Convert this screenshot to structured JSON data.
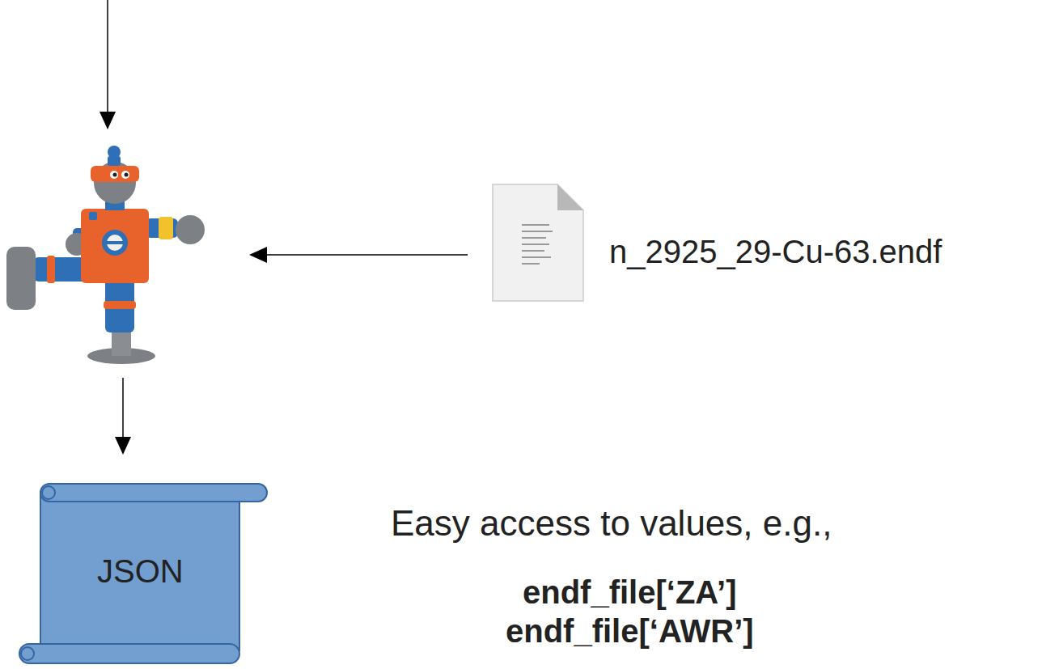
{
  "diagram": {
    "nodes": [
      {
        "text": [
          "n_2925_29-Cu-63.endf"
        ]
      },
      {
        "text": [
          "JSON"
        ]
      }
    ],
    "labels": [
      "Easy access to values, e.g.,",
      "endf_file[‘ZA’]",
      "endf_file[‘AWR’]"
    ]
  }
}
